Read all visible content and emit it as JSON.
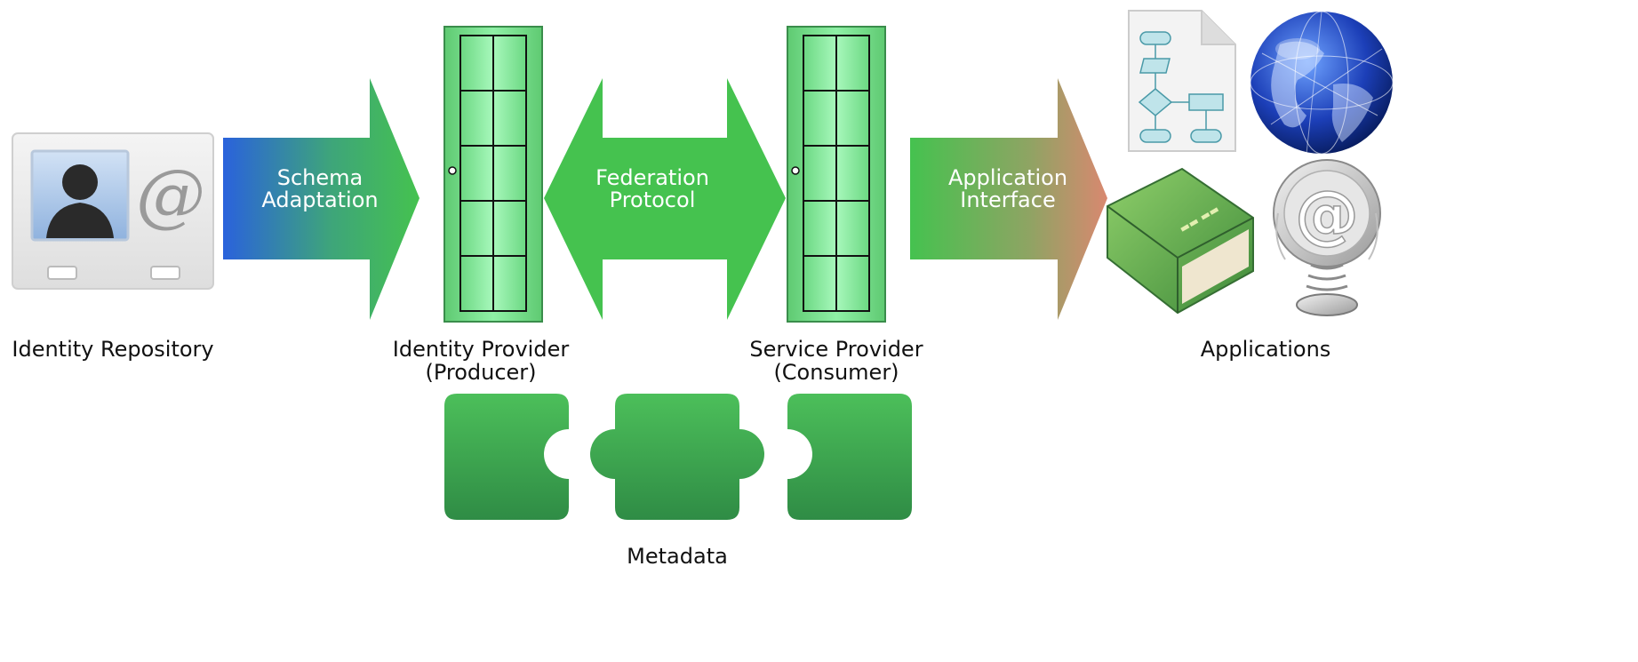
{
  "labels": {
    "identity_repository": "Identity Repository",
    "identity_provider_line1": "Identity Provider",
    "identity_provider_line2": "(Producer)",
    "service_provider_line1": "Service Provider",
    "service_provider_line2": "(Consumer)",
    "applications": "Applications",
    "metadata": "Metadata"
  },
  "arrows": {
    "schema_line1": "Schema",
    "schema_line2": "Adaptation",
    "federation_line1": "Federation",
    "federation_line2": "Protocol",
    "application_line1": "Application",
    "application_line2": "Interface"
  },
  "colors": {
    "blue": "#2a62dc",
    "green": "#45c24f",
    "dark_green": "#3d9a4f",
    "salmon": "#d98870",
    "server_green": "#7fe89a"
  },
  "icons": [
    "address-card-icon",
    "server-icon",
    "puzzle-piece-icon",
    "flowchart-document-icon",
    "globe-icon",
    "book-icon",
    "email-at-icon"
  ]
}
